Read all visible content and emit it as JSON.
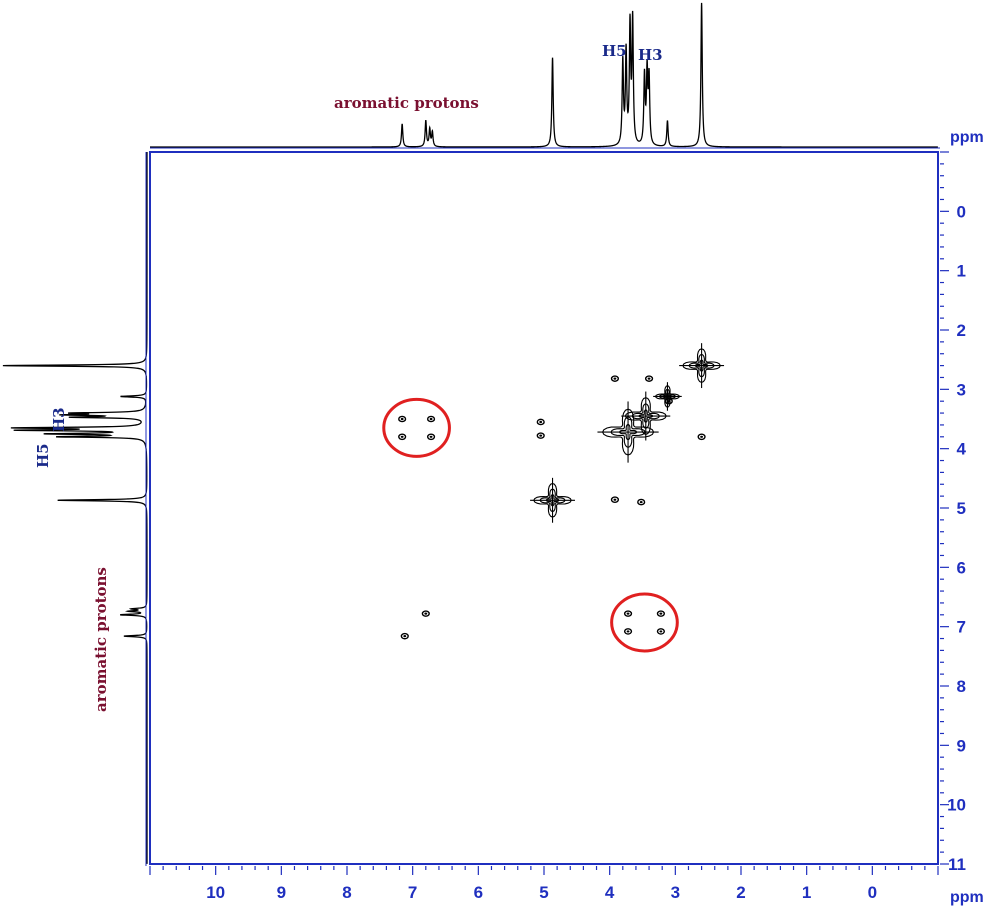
{
  "chart_data": {
    "type": "heatmap",
    "subtype": "2D NMR cross-correlation spectrum with 1D projections",
    "x_axis": {
      "label": "ppm",
      "reversed": true,
      "range": [
        11.0,
        -1.0
      ],
      "ticks": [
        10,
        9,
        8,
        7,
        6,
        5,
        4,
        3,
        2,
        1,
        0
      ]
    },
    "y_axis": {
      "label": "ppm",
      "reversed": true,
      "range": [
        -1.0,
        11.0
      ],
      "ticks": [
        0,
        1,
        2,
        3,
        4,
        5,
        6,
        7,
        8,
        9,
        10,
        11
      ]
    },
    "grid": false,
    "frame_color": "#1f2fbf",
    "trace_color": "#000000",
    "highlight_color": "#e02020",
    "projection_peaks": [
      {
        "ppm": 7.16,
        "height": 0.16
      },
      {
        "ppm": 6.8,
        "height": 0.18
      },
      {
        "ppm": 6.74,
        "height": 0.12
      },
      {
        "ppm": 6.7,
        "height": 0.1
      },
      {
        "ppm": 4.87,
        "height": 0.62
      },
      {
        "ppm": 3.8,
        "height": 0.58
      },
      {
        "ppm": 3.75,
        "height": 0.64
      },
      {
        "ppm": 3.69,
        "height": 0.82
      },
      {
        "ppm": 3.65,
        "height": 0.86
      },
      {
        "ppm": 3.47,
        "height": 0.48
      },
      {
        "ppm": 3.43,
        "height": 0.5
      },
      {
        "ppm": 3.4,
        "height": 0.46
      },
      {
        "ppm": 3.12,
        "height": 0.18
      },
      {
        "ppm": 2.6,
        "height": 1.0
      }
    ],
    "cross_peaks": [
      {
        "x": 7.16,
        "y": 3.5
      },
      {
        "x": 6.72,
        "y": 3.5
      },
      {
        "x": 7.16,
        "y": 3.8
      },
      {
        "x": 6.72,
        "y": 3.8
      },
      {
        "x": 3.72,
        "y": 6.78
      },
      {
        "x": 3.22,
        "y": 6.78
      },
      {
        "x": 3.72,
        "y": 7.08
      },
      {
        "x": 3.22,
        "y": 7.08
      },
      {
        "x": 7.12,
        "y": 7.16
      },
      {
        "x": 6.8,
        "y": 6.78
      },
      {
        "x": 5.05,
        "y": 3.55
      },
      {
        "x": 5.05,
        "y": 3.78
      },
      {
        "x": 3.92,
        "y": 4.86
      },
      {
        "x": 3.52,
        "y": 4.9
      },
      {
        "x": 3.92,
        "y": 2.82
      },
      {
        "x": 3.4,
        "y": 2.82
      },
      {
        "x": 2.6,
        "y": 3.8
      },
      {
        "x": 3.1,
        "y": 3.2
      }
    ],
    "diagonal_peaks": [
      {
        "x": 4.87,
        "y": 4.87,
        "size": 0.55
      },
      {
        "x": 3.72,
        "y": 3.72,
        "size": 0.75
      },
      {
        "x": 3.45,
        "y": 3.45,
        "size": 0.6
      },
      {
        "x": 3.12,
        "y": 3.12,
        "size": 0.35
      },
      {
        "x": 2.6,
        "y": 2.6,
        "size": 0.55
      }
    ],
    "highlight_circles": [
      {
        "x": 6.94,
        "y": 3.65,
        "rx": 0.5,
        "ry": 0.48
      },
      {
        "x": 3.47,
        "y": 6.93,
        "rx": 0.5,
        "ry": 0.48
      }
    ],
    "annotations": {
      "top_h5": "H5",
      "top_h3": "H3",
      "top_aromatic": "aromatic protons",
      "left_h5": "H5",
      "left_h3": "H3",
      "left_aromatic": "aromatic protons"
    }
  }
}
